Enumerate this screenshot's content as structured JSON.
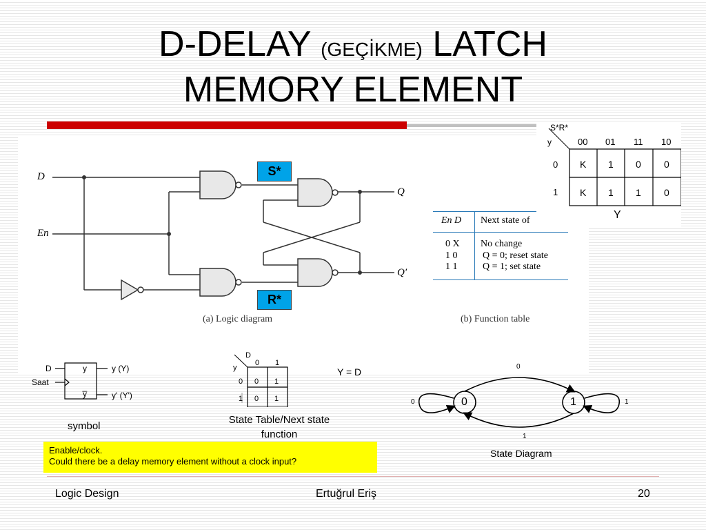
{
  "slide": {
    "title_part1": "D-DELAY",
    "title_paren": "(GEÇİKME)",
    "title_part2": "LATCH",
    "title_line2": "MEMORY ELEMENT",
    "accent_color": "#cc0000"
  },
  "logic_diagram": {
    "input_d": "D",
    "input_en": "En",
    "output_q": "Q",
    "output_qprime": "Q′",
    "s_label": "S*",
    "r_label": "R*",
    "caption": "(a) Logic diagram",
    "label_color": "#00a3e8"
  },
  "function_table": {
    "headers": [
      "En D",
      "Next state of"
    ],
    "rows": [
      [
        "0  X",
        "No change"
      ],
      [
        "1  0",
        "Q = 0; reset state"
      ],
      [
        "1  1",
        "Q = 1; set state"
      ]
    ],
    "caption": "(b) Function table"
  },
  "kmap": {
    "corner_label": "S*R*",
    "row_var": "y",
    "col_headers": [
      "00",
      "01",
      "11",
      "10"
    ],
    "rows": [
      {
        "label": "0",
        "cells": [
          "K",
          "1",
          "0",
          "0"
        ]
      },
      {
        "label": "1",
        "cells": [
          "K",
          "1",
          "1",
          "0"
        ]
      }
    ],
    "output_label": "Y"
  },
  "symbol": {
    "input_d": "D",
    "input_clk": "Saat",
    "pin_y": "y",
    "pin_ybar": "y̅",
    "out_y": "y (Y)",
    "out_yprime": "y' (Y')",
    "caption": "symbol"
  },
  "state_table": {
    "col_var": "D",
    "row_var": "y",
    "col_headers": [
      "0",
      "1"
    ],
    "rows": [
      {
        "label": "0",
        "cells": [
          "0",
          "1"
        ]
      },
      {
        "label": "1",
        "cells": [
          "0",
          "1"
        ]
      }
    ],
    "caption_line1": "State Table/Next state",
    "caption_line2": "function",
    "equation": "Y = D"
  },
  "state_diagram": {
    "state0": "0",
    "state1": "1",
    "arc_top": "0",
    "arc_bottom": "1",
    "self_loop_0": "0",
    "self_loop_1": "1",
    "caption": "State Diagram"
  },
  "note": {
    "line1": "Enable/clock.",
    "line2": "Could there be a delay memory element without a clock input?"
  },
  "footer": {
    "left": "Logic Design",
    "center": "Ertuğrul Eriş",
    "page": "20"
  }
}
